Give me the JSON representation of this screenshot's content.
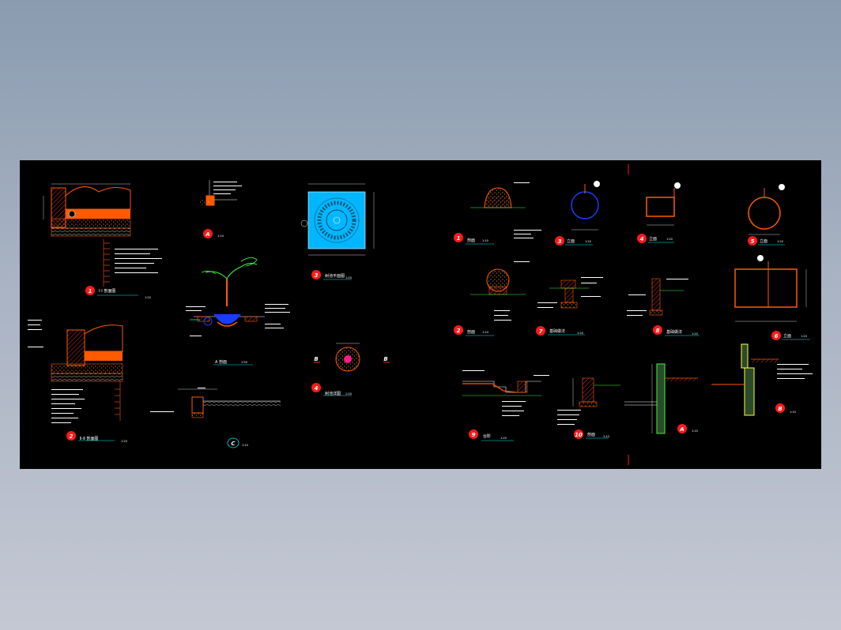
{
  "colors": {
    "background": "#8a9bb0",
    "sheet": "#000000",
    "orange": "#ff5a00",
    "red": "#ff2020",
    "cyan": "#00e5ff",
    "blue": "#1a3cff",
    "green": "#33ff33",
    "yellow": "#ffff33",
    "white": "#ffffff"
  },
  "details": {
    "d1": {
      "num": "1",
      "caption": "Ⅰ-Ⅰ 剖面图",
      "scale": "1:20"
    },
    "d2": {
      "num": "2",
      "caption": "Ⅱ-Ⅱ 剖面图",
      "scale": "1:20"
    },
    "dA": {
      "num": "A",
      "scale": "1:10"
    },
    "dTree": {
      "caption": "A 剖面",
      "scale": "1:50"
    },
    "dC": {
      "num": "C",
      "scale": "1:10"
    },
    "d3": {
      "num": "3",
      "caption": "树池平面图",
      "scale": "1:20"
    },
    "d4": {
      "num": "4",
      "caption": "树池详图",
      "scale": "1:20",
      "markB1": "B",
      "markB2": "B"
    },
    "r1": {
      "num": "1",
      "caption": "剖面",
      "scale": "1:10"
    },
    "r2": {
      "num": "2",
      "caption": "剖面",
      "scale": "1:10"
    },
    "r3": {
      "num": "3",
      "caption": "立面",
      "scale": "1:20"
    },
    "r4": {
      "num": "4",
      "caption": "立面",
      "scale": "1:20"
    },
    "r5": {
      "num": "5",
      "caption": "立面",
      "scale": "1:20"
    },
    "r6": {
      "num": "6",
      "caption": "立面",
      "scale": "1:20"
    },
    "r7": {
      "num": "7",
      "caption": "基础做法",
      "scale": "1:20"
    },
    "r8": {
      "num": "8",
      "caption": "基础做法",
      "scale": "1:20"
    },
    "r9": {
      "num": "9",
      "caption": "台阶",
      "scale": "1:20"
    },
    "r10": {
      "num": "10",
      "caption": "剖面",
      "scale": "1:10"
    },
    "rA": {
      "num": "A",
      "scale": "1:10"
    },
    "rB": {
      "num": "B",
      "scale": "1:10"
    }
  }
}
